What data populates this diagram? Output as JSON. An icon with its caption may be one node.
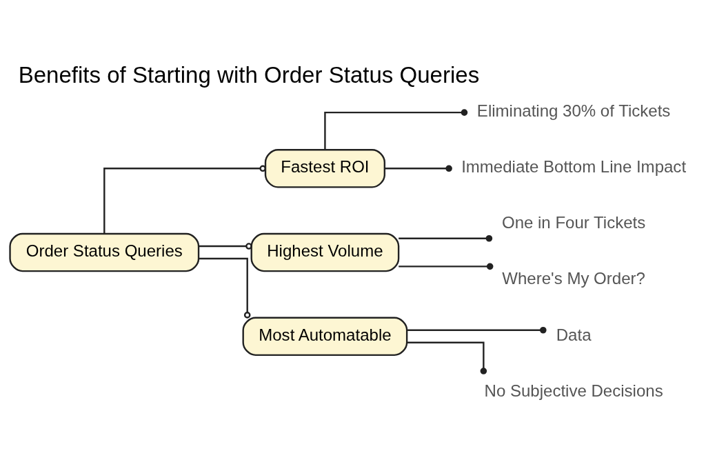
{
  "diagram": {
    "title": "Benefits of Starting with Order Status Queries",
    "nodes": [
      {
        "text": [
          "Order Status Queries"
        ]
      },
      {
        "text": [
          "Fastest ROI"
        ]
      },
      {
        "text": [
          "Eliminating 30% of Tickets"
        ]
      },
      {
        "text": [
          "Immediate Bottom Line Impact"
        ]
      },
      {
        "text": [
          "Highest Volume"
        ]
      },
      {
        "text": [
          "One in Four Tickets"
        ]
      },
      {
        "text": [
          "Where's My Order?"
        ]
      },
      {
        "text": [
          "Most Automatable"
        ]
      },
      {
        "text": [
          "Data"
        ]
      },
      {
        "text": [
          "No Subjective Decisions"
        ]
      }
    ],
    "edges": [
      {
        "from": 0,
        "to": 1,
        "arrow": "other"
      },
      {
        "from": 1,
        "to": 2,
        "arrow": "other"
      },
      {
        "from": 1,
        "to": 3,
        "arrow": "other"
      },
      {
        "from": 0,
        "to": 4,
        "arrow": "other"
      },
      {
        "from": 4,
        "to": 5,
        "arrow": "other"
      },
      {
        "from": 4,
        "to": 6,
        "arrow": "other"
      },
      {
        "from": 0,
        "to": 7,
        "arrow": "other"
      },
      {
        "from": 7,
        "to": 8,
        "arrow": "other"
      },
      {
        "from": 7,
        "to": 9,
        "arrow": "other"
      }
    ]
  }
}
